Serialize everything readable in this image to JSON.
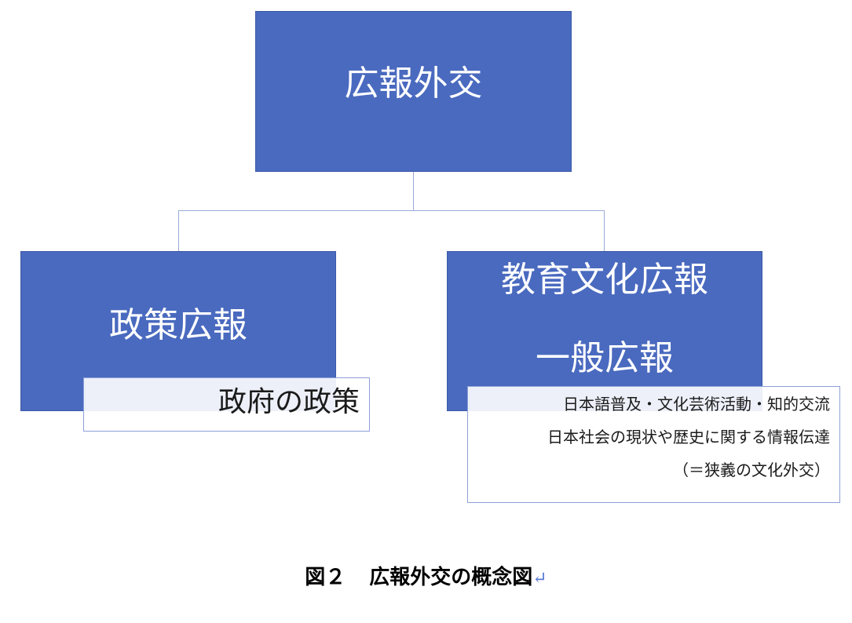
{
  "diagram": {
    "root": {
      "label": "広報外交"
    },
    "children": [
      {
        "label": "政策広報",
        "details": [
          "政府の政策"
        ]
      },
      {
        "label_lines": [
          "教育文化広報",
          "一般広報"
        ],
        "details": [
          "日本語普及・文化芸術活動・知的交流",
          "日本社会の現状や歴史に関する情報伝達",
          "（＝狭義の文化外交）"
        ]
      }
    ],
    "caption": {
      "number": "図２",
      "title": "広報外交の概念図",
      "return_mark": "↵"
    },
    "colors": {
      "box_fill": "#4a6abf",
      "connector": "#9aaad8",
      "text_on_box": "#ffffff"
    }
  }
}
